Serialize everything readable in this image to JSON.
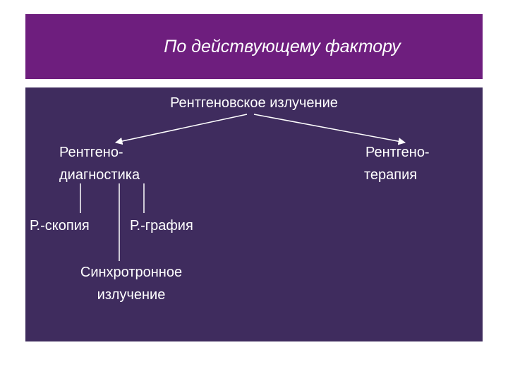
{
  "header": {
    "title": "По действующему фактору"
  },
  "diagram": {
    "root": "Рентгеновское излучение",
    "left_branch": {
      "line1": "Рентгено-",
      "line2": "диагностика"
    },
    "right_branch": {
      "line1": "Рентгено-",
      "line2": "терапия"
    },
    "scopy": "Р.-скопия",
    "graphy": "Р.-графия",
    "synchrotron": {
      "line1": "Синхротронное",
      "line2": "излучение"
    }
  },
  "colors": {
    "header_bg": "#6e1e7e",
    "panel_bg": "#3f2c5e",
    "text": "#ffffff"
  }
}
